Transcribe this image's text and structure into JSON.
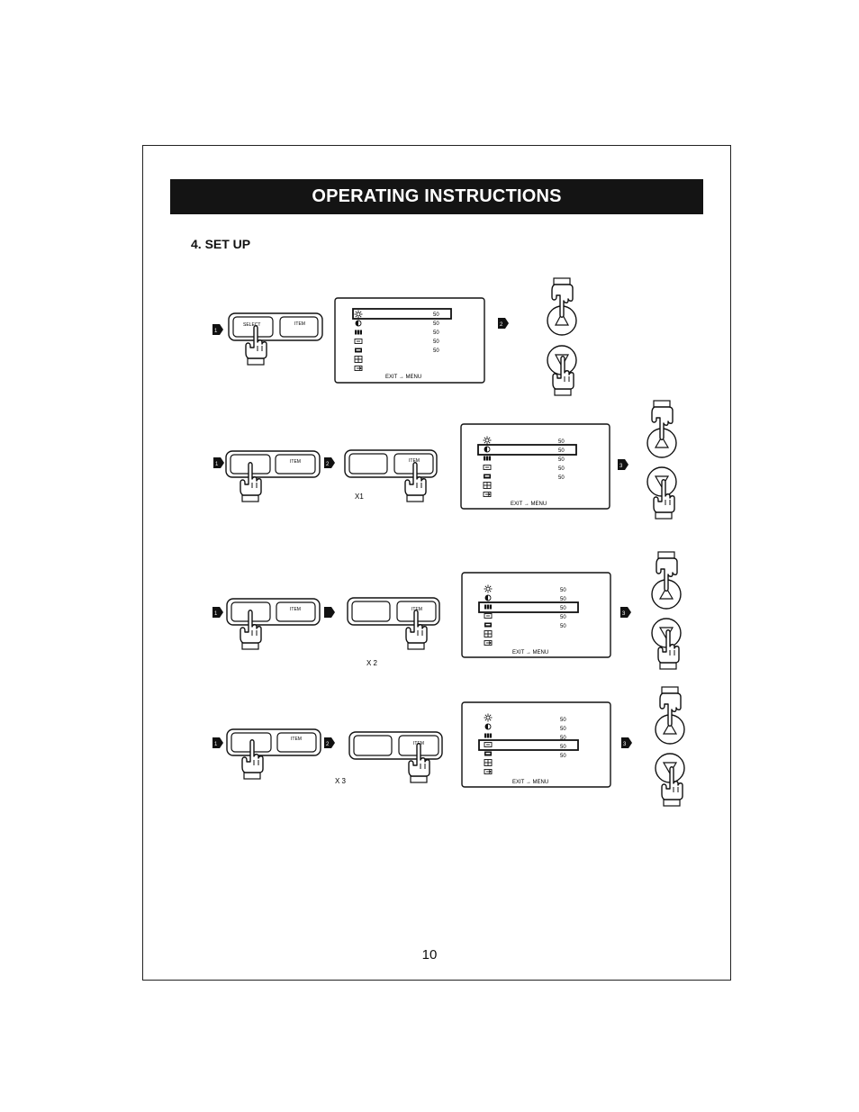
{
  "header": {
    "title": "OPERATING INSTRUCTIONS"
  },
  "section": {
    "heading": "4. SET UP"
  },
  "page_number": "10",
  "buttons": {
    "select_label": "SELECT",
    "item_label": "ITEM"
  },
  "steps": [
    {
      "step1": "1",
      "step2": "2",
      "count": ""
    },
    {
      "step1": "1",
      "step2": "2",
      "step3": "3",
      "count": "X1"
    },
    {
      "step1": "1",
      "step3": "3",
      "count": "X 2"
    },
    {
      "step1": "1",
      "step2": "2",
      "step3": "3",
      "count": "X 3"
    }
  ],
  "menu": {
    "values": [
      "50",
      "50",
      "50",
      "50",
      "50"
    ],
    "footer": "EXIT → MENU",
    "icons": [
      "brightness-icon",
      "contrast-icon",
      "color-icon",
      "hue-icon",
      "sharpness-icon",
      "position-icon",
      "exit-icon"
    ]
  }
}
